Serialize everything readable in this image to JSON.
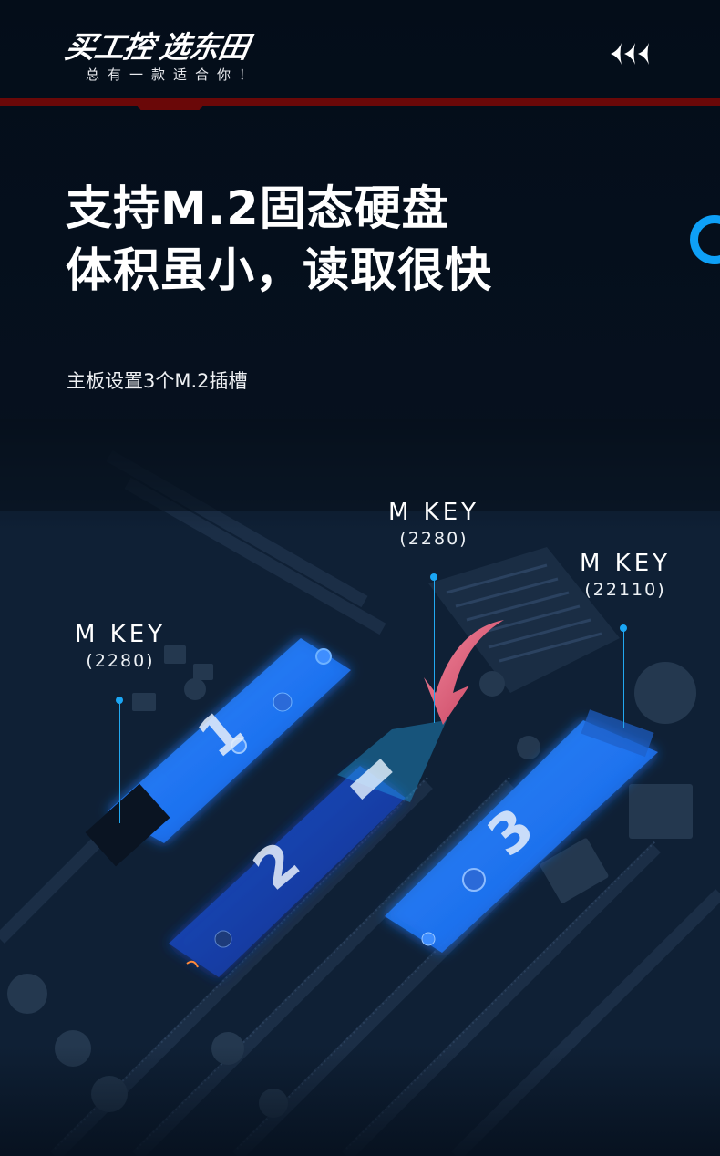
{
  "header": {
    "brand_logo": "买工控 选东田",
    "brand_logo_part1": "买工控",
    "brand_logo_part2": "选东田",
    "brand_tagline": "总有一款适合你！",
    "back_icon": "triple-left-arrow-icon"
  },
  "main": {
    "headline_line1": "支持M.2固态硬盘",
    "headline_line2": "体积虽小，读取很快",
    "subheadline": "主板设置3个M.2插槽",
    "decor_ring_color": "#0ea0f7"
  },
  "slots": [
    {
      "number": "1",
      "key": "M KEY",
      "size": "(2280)"
    },
    {
      "number": "2",
      "key": "M KEY",
      "size": "(2280)"
    },
    {
      "number": "3",
      "key": "M KEY",
      "size": "(22110)"
    }
  ],
  "colors": {
    "background": "#06101d",
    "accent_red": "#6a0808",
    "accent_blue": "#0ea0f7",
    "slot_glow": "#1a7cff",
    "arrow_pink": "#e0607e"
  }
}
